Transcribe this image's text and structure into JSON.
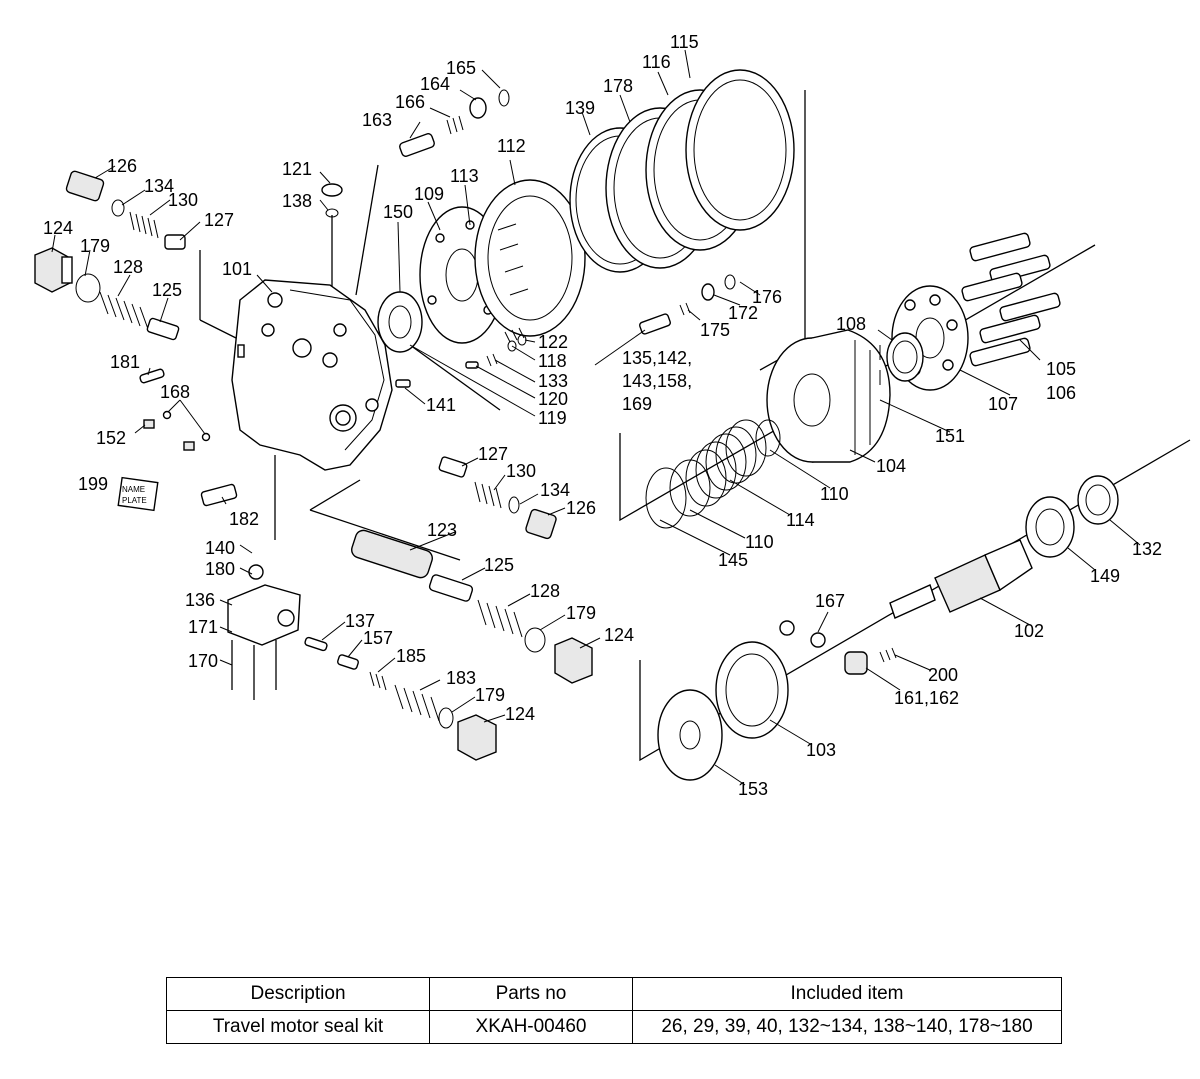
{
  "callouts": {
    "c101": "101",
    "c102": "102",
    "c103": "103",
    "c104": "104",
    "c105": "105",
    "c106": "106",
    "c107": "107",
    "c108": "108",
    "c109": "109",
    "c110a": "110",
    "c110b": "110",
    "c112": "112",
    "c113": "113",
    "c114": "114",
    "c115": "115",
    "c116": "116",
    "c118": "118",
    "c119": "119",
    "c120": "120",
    "c121": "121",
    "c122": "122",
    "c123": "123",
    "c124a": "124",
    "c124b": "124",
    "c124c": "124",
    "c125a": "125",
    "c125b": "125",
    "c126a": "126",
    "c126b": "126",
    "c127a": "127",
    "c127b": "127",
    "c128a": "128",
    "c128b": "128",
    "c130a": "130",
    "c130b": "130",
    "c132": "132",
    "c133": "133",
    "c134a": "134",
    "c134b": "134",
    "c135": "135,142,",
    "c135b": "143,158,",
    "c135c": "169",
    "c136": "136",
    "c137": "137",
    "c138": "138",
    "c139": "139",
    "c140": "140",
    "c141": "141",
    "c145": "145",
    "c149": "149",
    "c150": "150",
    "c151": "151",
    "c152": "152",
    "c153": "153",
    "c157": "157",
    "c161": "161,162",
    "c163": "163",
    "c164": "164",
    "c165": "165",
    "c166": "166",
    "c167": "167",
    "c168": "168",
    "c170": "170",
    "c171": "171",
    "c172": "172",
    "c175": "175",
    "c176": "176",
    "c178": "178",
    "c179a": "179",
    "c179b": "179",
    "c179c": "179",
    "c180": "180",
    "c181": "181",
    "c182": "182",
    "c183": "183",
    "c185": "185",
    "c199": "199",
    "c200": "200"
  },
  "nameplate": {
    "line1": "NAME",
    "line2": "PLATE"
  },
  "table": {
    "headers": [
      "Description",
      "Parts no",
      "Included item"
    ],
    "rows": [
      [
        "Travel motor seal kit",
        "XKAH-00460",
        "26, 29, 39, 40, 132~134, 138~140, 178~180"
      ]
    ]
  }
}
